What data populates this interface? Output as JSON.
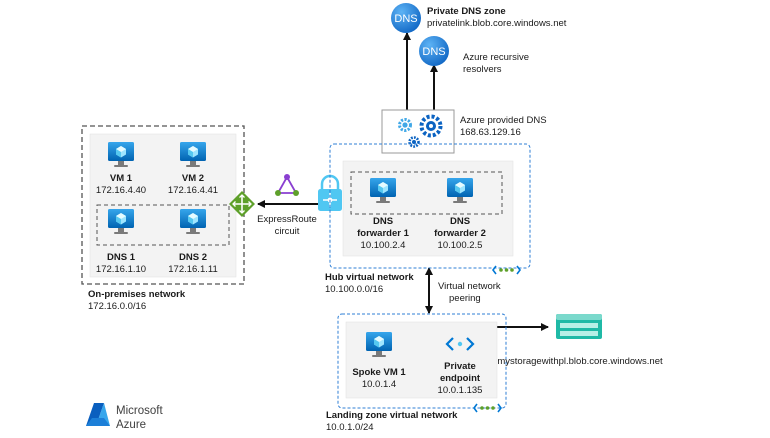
{
  "private_dns_zone": {
    "title": "Private DNS zone",
    "domain": "privatelink.blob.core.windows.net",
    "icon_text": "DNS"
  },
  "azure_recursive": {
    "line1": "Azure recursive",
    "line2": "resolvers",
    "icon_text": "DNS"
  },
  "azure_provided_dns": {
    "title": "Azure provided DNS",
    "ip": "168.63.129.16"
  },
  "on_premises": {
    "title": "On-premises network",
    "cidr": "172.16.0.0/16",
    "vm1": {
      "name": "VM 1",
      "ip": "172.16.4.40"
    },
    "vm2": {
      "name": "VM 2",
      "ip": "172.16.4.41"
    },
    "dns1": {
      "name": "DNS 1",
      "ip": "172.16.1.10"
    },
    "dns2": {
      "name": "DNS 2",
      "ip": "172.16.1.11"
    }
  },
  "expressroute": {
    "line1": "ExpressRoute",
    "line2": "circuit"
  },
  "hub": {
    "title": "Hub virtual network",
    "cidr": "10.100.0.0/16",
    "fwd1": {
      "line1": "DNS",
      "line2": "forwarder 1",
      "ip": "10.100.2.4"
    },
    "fwd2": {
      "line1": "DNS",
      "line2": "forwarder 2",
      "ip": "10.100.2.5"
    }
  },
  "peering": {
    "line1": "Virtual network",
    "line2": "peering"
  },
  "landing_zone": {
    "title": "Landing zone virtual network",
    "cidr": "10.0.1.0/24",
    "spoke_vm": {
      "name": "Spoke VM 1",
      "ip": "10.0.1.4"
    },
    "private_endpoint": {
      "line1": "Private",
      "line2": "endpoint",
      "ip": "10.0.1.135"
    }
  },
  "storage": {
    "name": "mystoragewithpl.blob.core.windows.net"
  },
  "logo": {
    "line1": "Microsoft",
    "line2": "Azure"
  },
  "colors": {
    "azure_blue": "#0078d4",
    "light_blue": "#50c7f2",
    "storage_teal": "#1fb9a6",
    "router_green": "#5ea02a",
    "expressroute_purple": "#8a3fd1"
  }
}
